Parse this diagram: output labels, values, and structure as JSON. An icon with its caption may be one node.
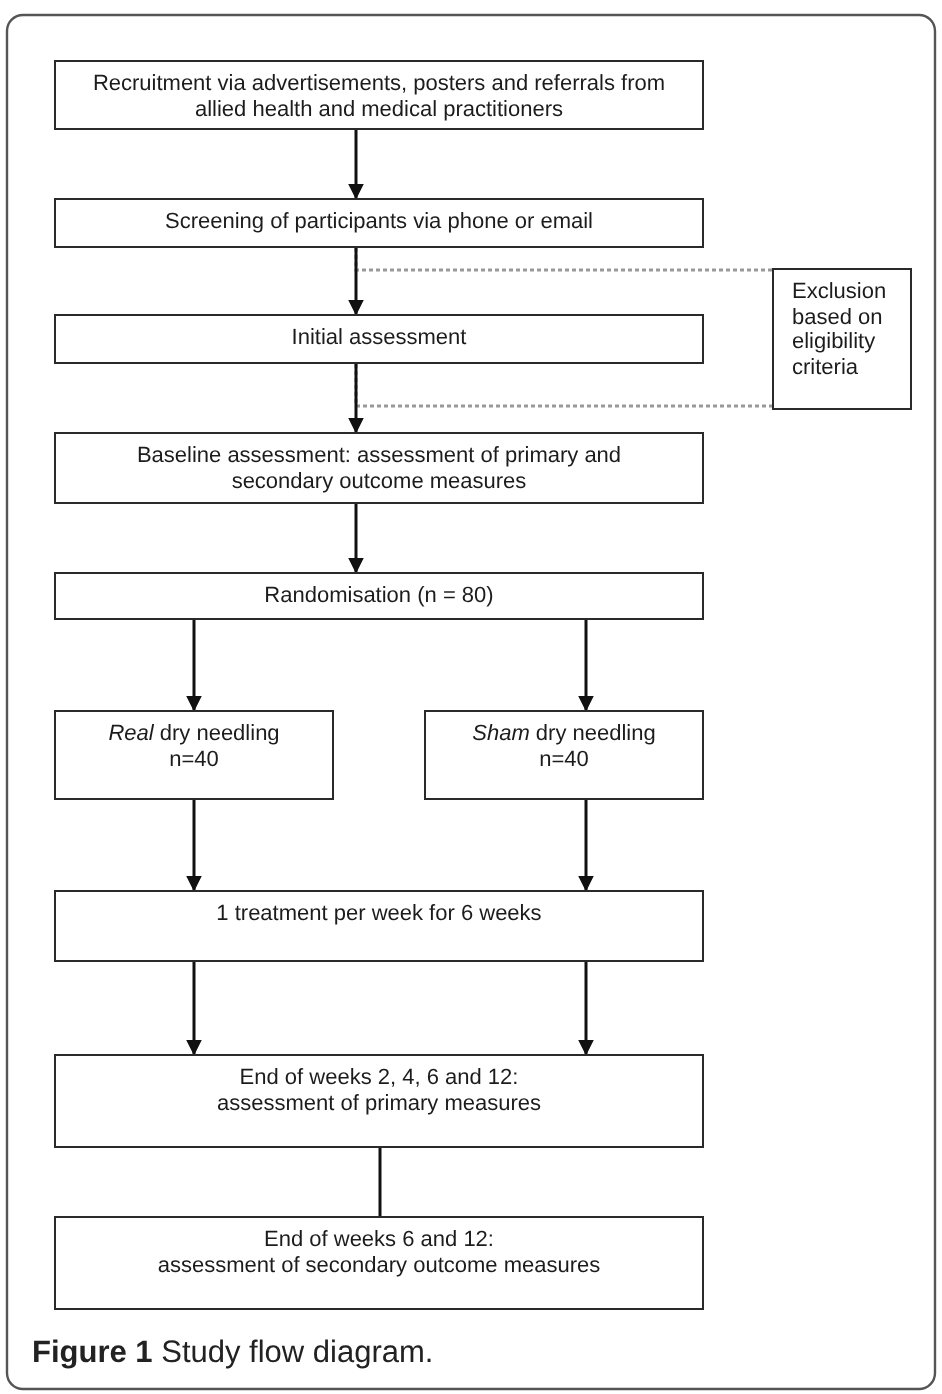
{
  "diagram": {
    "caption": "**Figure 1** Study flow diagram.",
    "nodes": [
      {
        "text": [
          "Recruitment via advertisements, posters and referrals from allied health and medical practitioners"
        ]
      },
      {
        "text": [
          "Screening of participants via phone or email"
        ]
      },
      {
        "text": [
          "Initial assessment"
        ]
      },
      {
        "text": [
          "Exclusion based on eligibility criteria"
        ]
      },
      {
        "text": [
          "Baseline assessment: assessment of primary and secondary outcome measures"
        ]
      },
      {
        "text": [
          "Randomisation (n = 80)"
        ]
      },
      {
        "text": [
          "*Real* dry needling",
          "n=40"
        ]
      },
      {
        "text": [
          "*Sham* dry needling",
          "n=40"
        ]
      },
      {
        "text": [
          "1 treatment per week for 6 weeks"
        ]
      },
      {
        "text": [
          "End of weeks 2, 4, 6 and 12:",
          "assessment of primary measures"
        ]
      },
      {
        "text": [
          "End of weeks 6 and 12:",
          "assessment of secondary outcome measures"
        ]
      }
    ],
    "edges": [
      {
        "from": 0,
        "to": 1,
        "arrow": "to"
      },
      {
        "from": 1,
        "to": 2,
        "arrow": "to"
      },
      {
        "from": 1,
        "to": 3,
        "arrow": "none",
        "style": "dashed",
        "color": "#999999"
      },
      {
        "from": 2,
        "to": 3,
        "arrow": "none",
        "style": "dashed",
        "color": "#999999"
      },
      {
        "from": 2,
        "to": 4,
        "arrow": "to"
      },
      {
        "from": 4,
        "to": 5,
        "arrow": "to"
      },
      {
        "from": 5,
        "to": 6,
        "arrow": "to"
      },
      {
        "from": 5,
        "to": 7,
        "arrow": "to"
      },
      {
        "from": 6,
        "to": 8,
        "arrow": "to"
      },
      {
        "from": 7,
        "to": 8,
        "arrow": "to"
      },
      {
        "from": 8,
        "to": 9,
        "arrow": "to"
      },
      {
        "from": 8,
        "to": 9,
        "arrow": "to"
      },
      {
        "from": 9,
        "to": 10,
        "arrow": "none"
      }
    ]
  }
}
